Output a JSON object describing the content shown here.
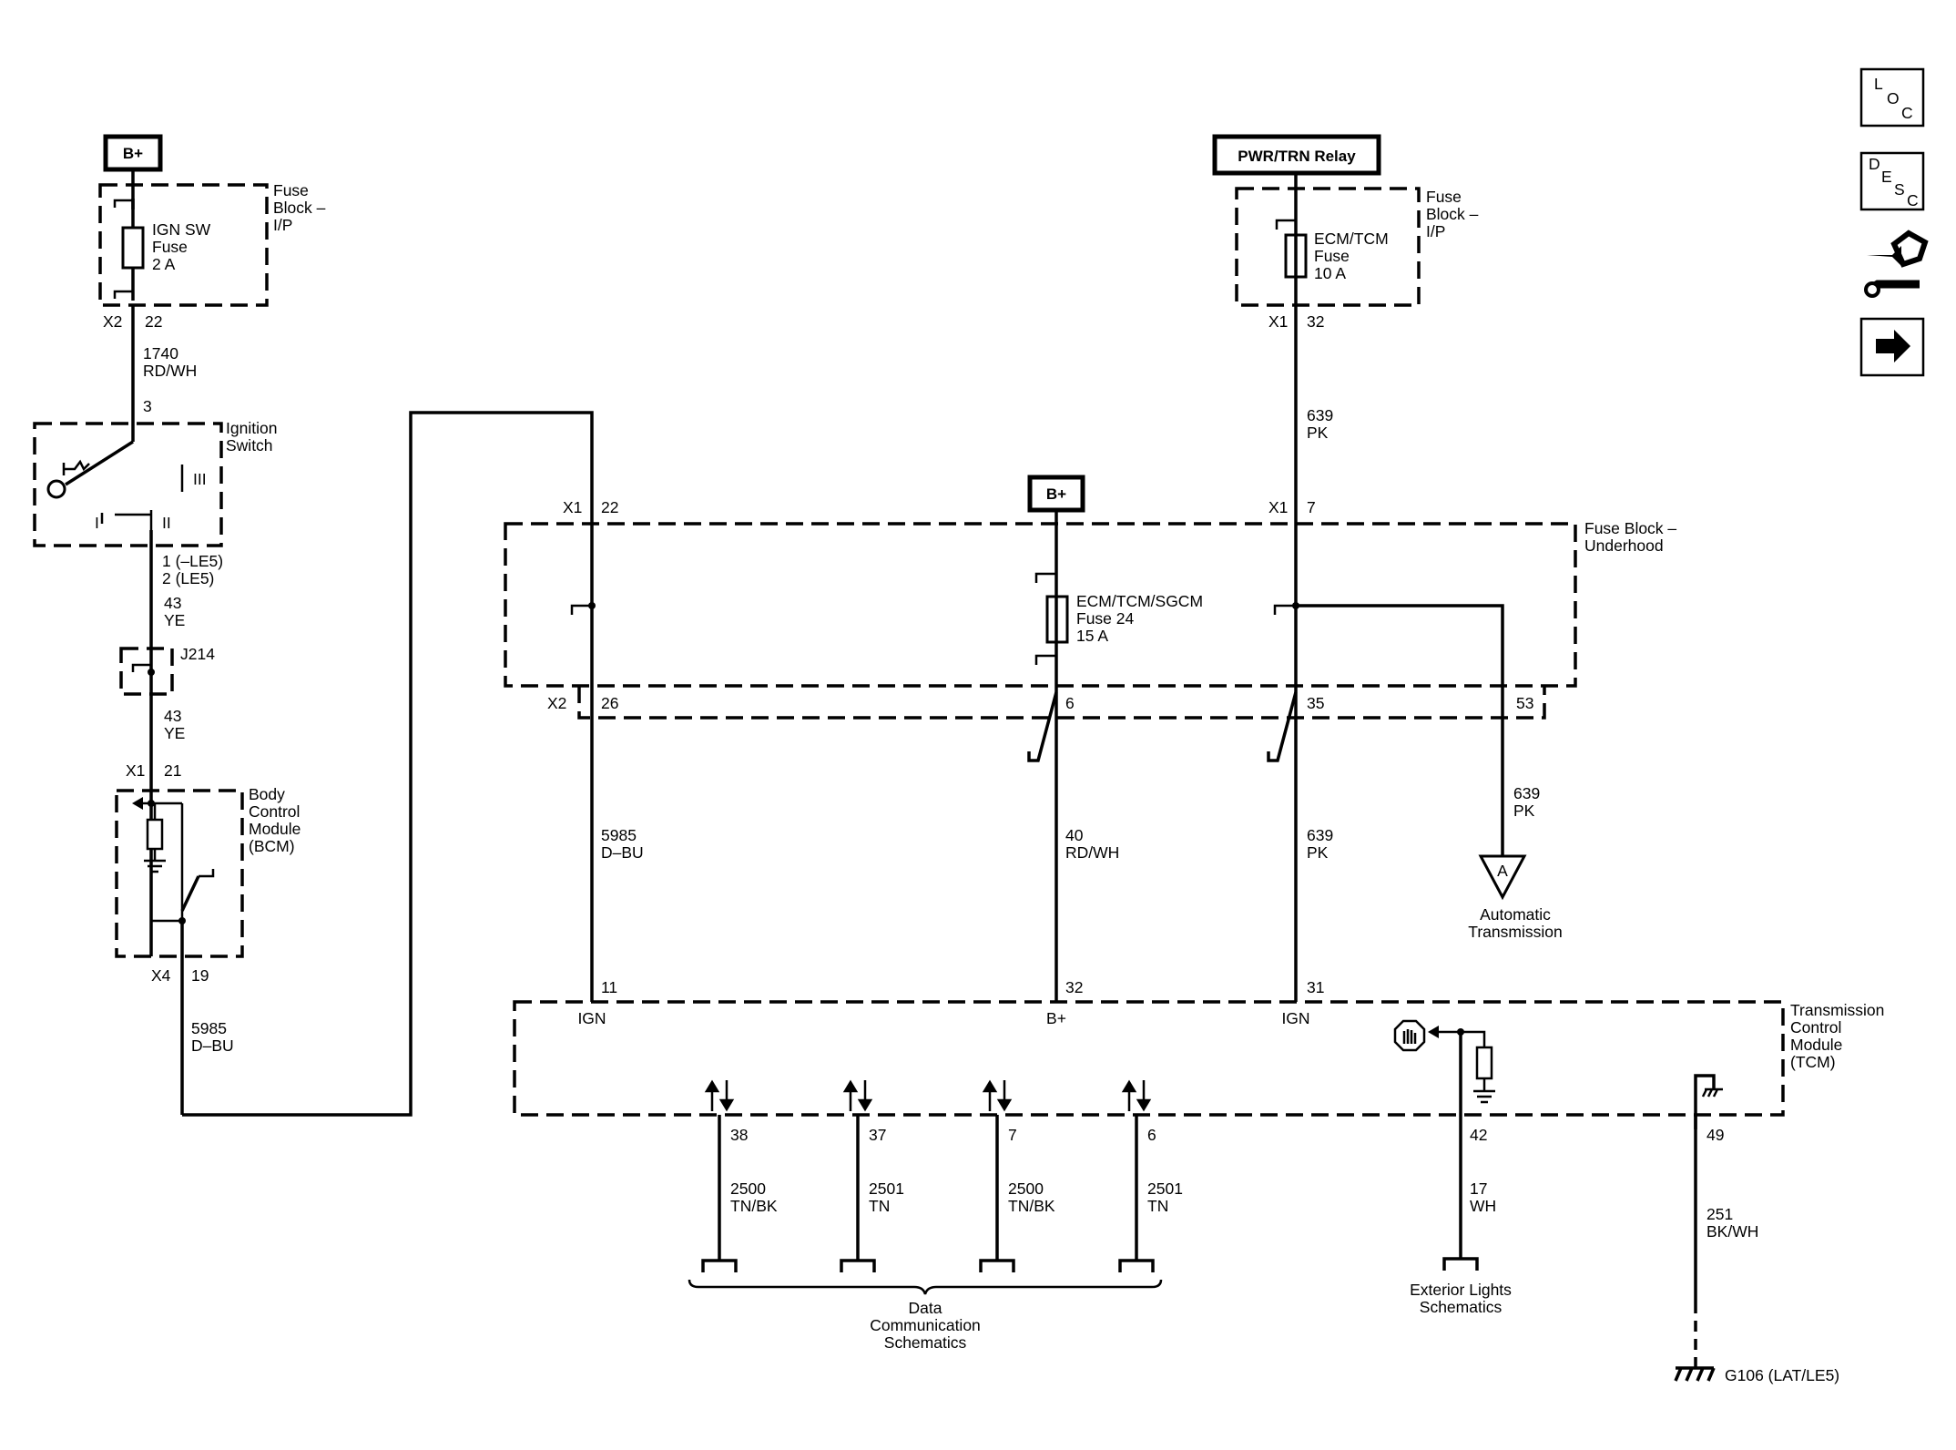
{
  "headers": {
    "bplus_left": "B+",
    "pwr_trn_relay": "PWR/TRN Relay",
    "bplus_mid": "B+"
  },
  "fuse_block_ip_left": {
    "label": [
      "Fuse",
      "Block –",
      "I/P"
    ],
    "fuse": [
      "IGN SW",
      "Fuse",
      "2 A"
    ],
    "conn": "X2",
    "pin": "22"
  },
  "wire_1740": [
    "1740",
    "RD/WH"
  ],
  "ignition_switch": {
    "label": [
      "Ignition",
      "Switch"
    ],
    "pin_top": "3",
    "pos_iii": "III",
    "pos_ii": "II",
    "pos_i": "I",
    "pin_out": [
      "1 (–LE5)",
      "2 (LE5)"
    ]
  },
  "wire_43_a": [
    "43",
    "YE"
  ],
  "splice": "J214",
  "wire_43_b": [
    "43",
    "YE"
  ],
  "bcm": {
    "label": [
      "Body",
      "Control",
      "Module",
      "(BCM)"
    ],
    "conn_in": "X1",
    "pin_in": "21",
    "conn_out": "X4",
    "pin_out": "19"
  },
  "wire_5985_left": [
    "5985",
    "D–BU"
  ],
  "fuse_block_ip_right": {
    "label": [
      "Fuse",
      "Block –",
      "I/P"
    ],
    "fuse": [
      "ECM/TCM",
      "Fuse",
      "10 A"
    ],
    "conn": "X1",
    "pin": "32"
  },
  "wire_639_top": [
    "639",
    "PK"
  ],
  "fuse_block_underhood": {
    "label": [
      "Fuse Block –",
      "Underhood"
    ],
    "conn_x1_a": "X1",
    "pin_22": "22",
    "conn_x1_b": "X1",
    "pin_7": "7",
    "fuse": [
      "ECM/TCM/SGCM",
      "Fuse 24",
      "15 A"
    ],
    "conn_x2": "X2",
    "pin_26": "26",
    "pin_6": "6",
    "pin_35": "35",
    "pin_53": "53"
  },
  "wire_5985_mid": [
    "5985",
    "D–BU"
  ],
  "wire_40": [
    "40",
    "RD/WH"
  ],
  "wire_639_mid": [
    "639",
    "PK"
  ],
  "wire_639_right": [
    "639",
    "PK"
  ],
  "auto_trans": {
    "symbol": "A",
    "label": [
      "Automatic",
      "Transmission"
    ]
  },
  "tcm": {
    "label": [
      "Transmission",
      "Control",
      "Module",
      "(TCM)"
    ],
    "pin_11": "11",
    "pin_32": "32",
    "pin_31": "31",
    "ign_1": "IGN",
    "bplus": "B+",
    "ign_2": "IGN"
  },
  "data_lines": [
    {
      "pin": "38",
      "circuit": "2500",
      "color": "TN/BK"
    },
    {
      "pin": "37",
      "circuit": "2501",
      "color": "TN"
    },
    {
      "pin": "7",
      "circuit": "2500",
      "color": "TN/BK"
    },
    {
      "pin": "6",
      "circuit": "2501",
      "color": "TN"
    }
  ],
  "data_comm": [
    "Data",
    "Communication",
    "Schematics"
  ],
  "ext_lights": {
    "pin": "42",
    "wire": [
      "17",
      "WH"
    ],
    "label": [
      "Exterior Lights",
      "Schematics"
    ]
  },
  "ground": {
    "pin": "49",
    "wire": [
      "251",
      "BK/WH"
    ],
    "label": "G106 (LAT/LE5)"
  },
  "nav": {
    "loc": [
      "L",
      "O",
      "C"
    ],
    "desc": [
      "D",
      "E",
      "S",
      "C"
    ]
  }
}
